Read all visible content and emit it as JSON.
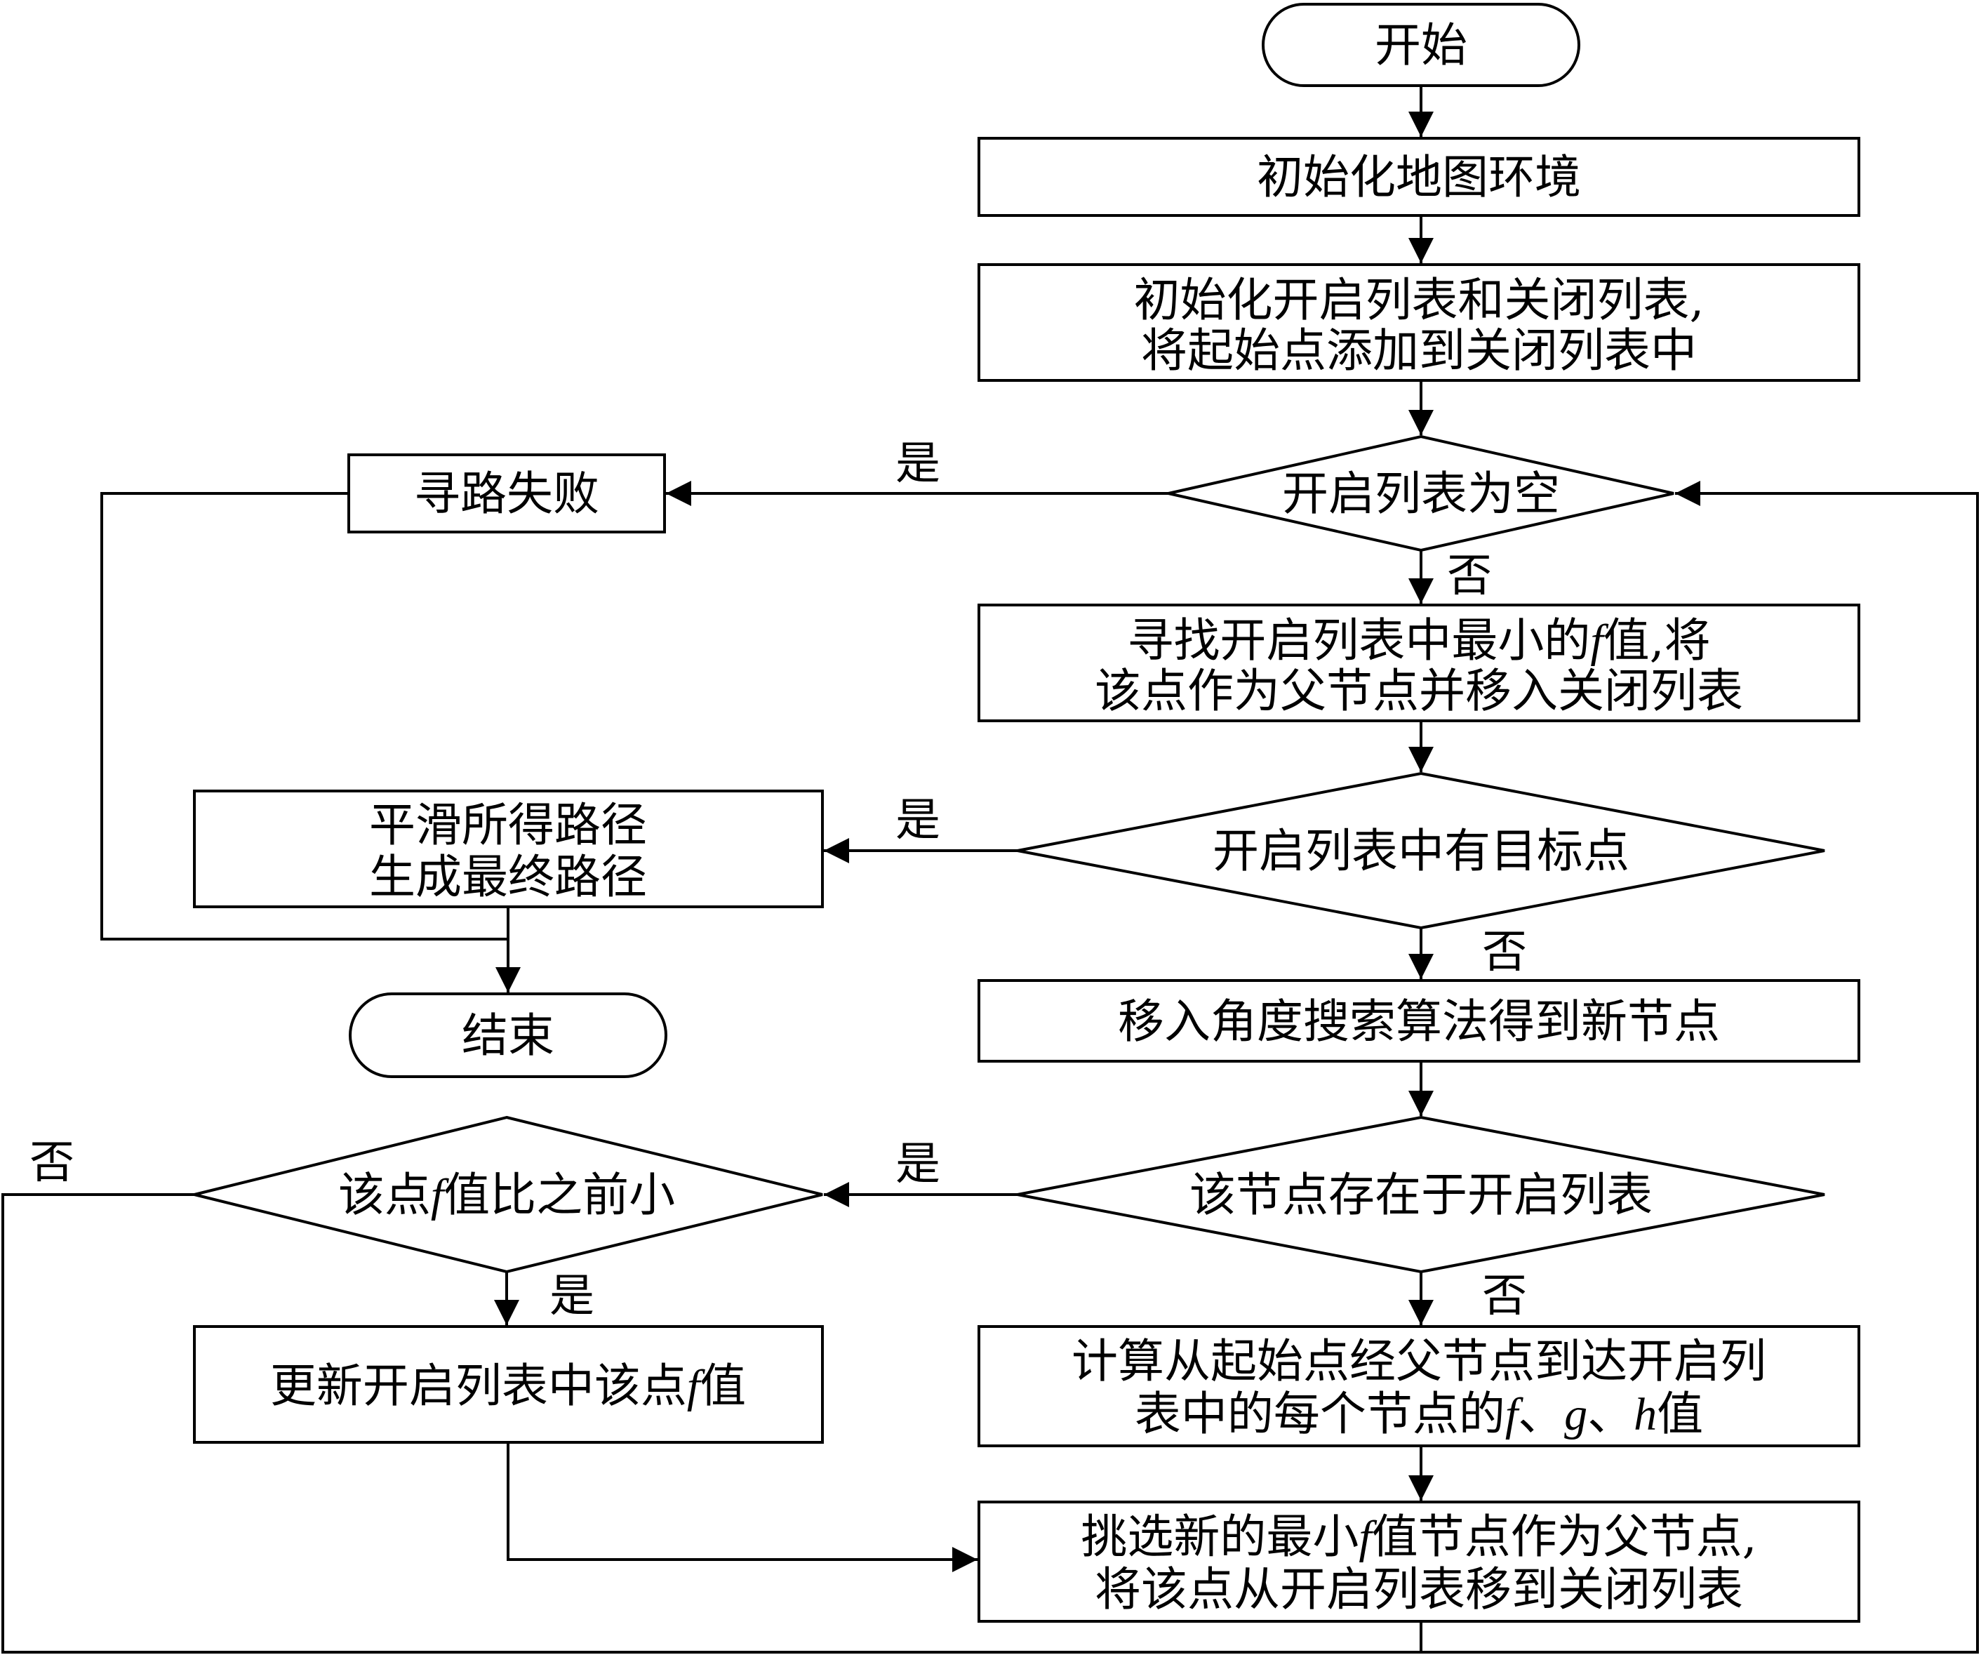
{
  "nodes": {
    "start": "开始",
    "init_map": "初始化地图环境",
    "init_lists_line1": "初始化开启列表和关闭列表,",
    "init_lists_line2": "将起始点添加到关闭列表中",
    "open_empty": "开启列表为空",
    "path_fail": "寻路失败",
    "find_min_line1_a": "寻找开启列表中最小的",
    "find_min_line1_var": "f",
    "find_min_line1_b": "值,将",
    "find_min_line2": "该点作为父节点并移入关闭列表",
    "has_goal": "开启列表中有目标点",
    "smooth_line1": "平滑所得路径",
    "smooth_line2": "生成最终路径",
    "end": "结束",
    "angle_search": "移入角度搜索算法得到新节点",
    "in_open": "该节点存在于开启列表",
    "f_smaller_a": "该点",
    "f_smaller_var": "f",
    "f_smaller_b": "值比之前小",
    "update_f_a": "更新开启列表中该点",
    "update_f_var": "f",
    "update_f_b": "值",
    "compute_line1": "计算从起始点经父节点到达开启列",
    "compute_line2_a": "表中的每个节点的",
    "compute_line2_f": "f",
    "compute_line2_sep1": "、",
    "compute_line2_g": "g",
    "compute_line2_sep2": "、",
    "compute_line2_h": "h",
    "compute_line2_b": "值",
    "select_line1_a": "挑选新的最小",
    "select_line1_var": "f",
    "select_line1_b": "值节点作为父节点,",
    "select_line2": "将该点从开启列表移到关闭列表"
  },
  "labels": {
    "yes_empty": "是",
    "no_empty": "否",
    "yes_goal": "是",
    "no_goal": "否",
    "yes_in_open": "是",
    "no_in_open": "否",
    "yes_smaller": "是",
    "no_smaller": "否"
  }
}
